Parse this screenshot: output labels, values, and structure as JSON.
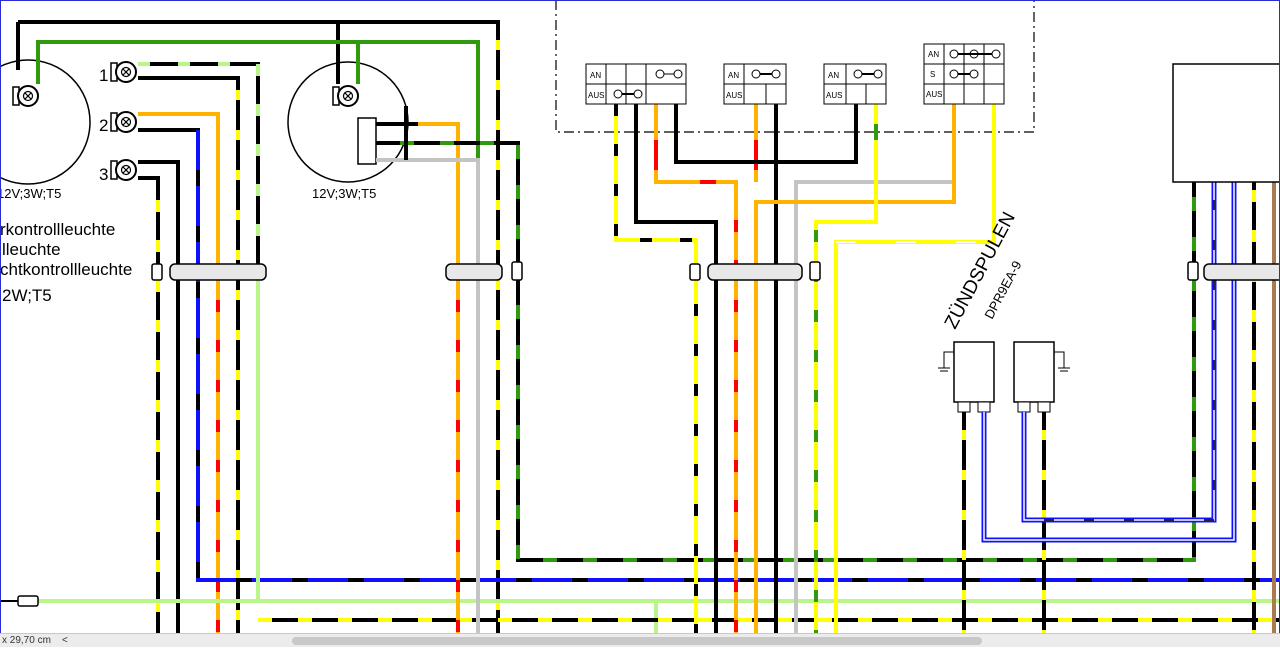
{
  "colors": {
    "black": "#000000",
    "green": "#2f9a0e",
    "light_green": "#b9f58a",
    "yellow": "#ffff00",
    "blue": "#1010ff",
    "red": "#ff0000",
    "orange": "#ffb300",
    "gray": "#c4c4c4",
    "brown": "#a87c50",
    "frame": "#2a2ad8"
  },
  "bulbs": {
    "numbers": [
      "1",
      "2",
      "3"
    ],
    "left_spec": "12V;3W;T5",
    "right_spec": "12V;3W;T5"
  },
  "lamp_labels": {
    "line1": "rkontrollleuchte",
    "line2": "lleuchte",
    "line3": "chtkontrollleuchte",
    "line4": "2W;T5"
  },
  "switches": {
    "an": "AN",
    "aus": "AUS",
    "s": "S"
  },
  "ignition": {
    "title": "ZÜNDSPULEN",
    "subtitle": "DPR9EA-9"
  },
  "status": {
    "scale": "x 29,70 cm",
    "arrow": "<"
  }
}
